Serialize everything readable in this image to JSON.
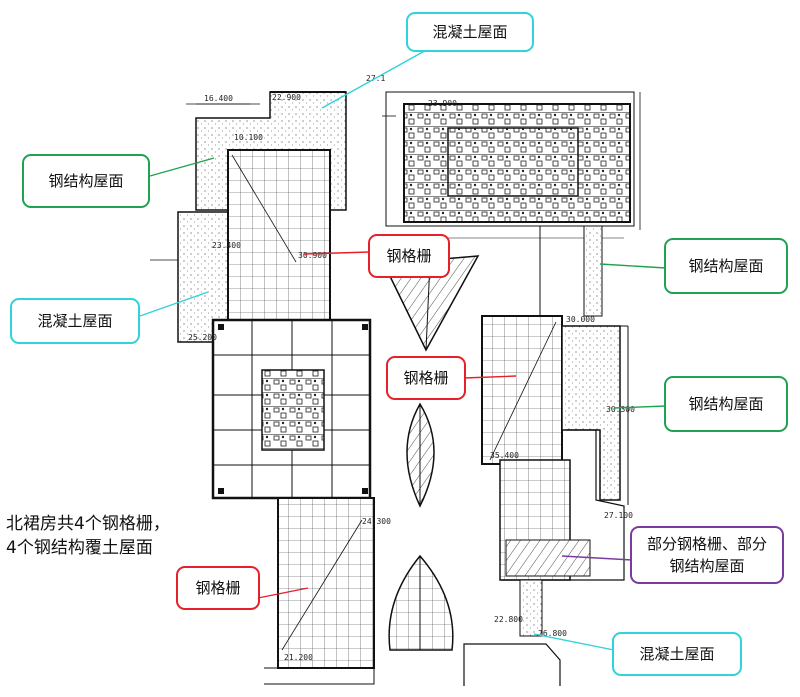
{
  "colors": {
    "concrete": "#2fd3d8",
    "steel_roof": "#1fa351",
    "steel_grid": "#e5202a",
    "partial": "#7a3ba0",
    "line": "#111111"
  },
  "callouts": {
    "concrete_top": "混凝土屋面",
    "steel_roof_left": "钢结构屋面",
    "concrete_left": "混凝土屋面",
    "steel_grid_top": "钢格栅",
    "steel_roof_right_top": "钢结构屋面",
    "steel_grid_mid": "钢格栅",
    "steel_roof_right_mid": "钢结构屋面",
    "partial_right": "部分钢格栅、部分钢结构屋面",
    "steel_grid_bottom": "钢格栅",
    "concrete_bottom": "混凝土屋面"
  },
  "note": {
    "line1": "北裙房共4个钢格栅，",
    "line2": "4个钢结构覆土屋面"
  },
  "elevations": {
    "e1": "16.400",
    "e2": "22.900",
    "e3": "27.1",
    "e4": "10.100",
    "e5": "23.900",
    "e6": "23.400",
    "e7": "25.200",
    "e8": "30.900",
    "e9": "30.000",
    "e10": "30.300",
    "e11": "35.400",
    "e12": "27.100",
    "e13": "24.300",
    "e14": "22.800",
    "e15": "26.800",
    "e16": "21.200"
  }
}
